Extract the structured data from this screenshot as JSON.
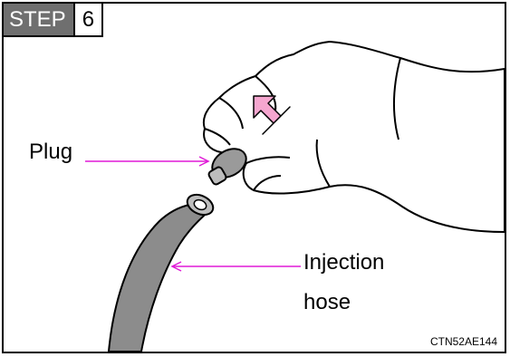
{
  "step": {
    "label": "STEP",
    "number": "6"
  },
  "callouts": {
    "plug": "Plug",
    "hose_line1": "Injection",
    "hose_line2": "hose"
  },
  "figure_code": "CTN52AE144",
  "colors": {
    "leader": "#e01ad7",
    "arrow_fill": "#f5a6cf",
    "hose": "#8c8c8c",
    "step_bg": "#6f6f6f"
  }
}
